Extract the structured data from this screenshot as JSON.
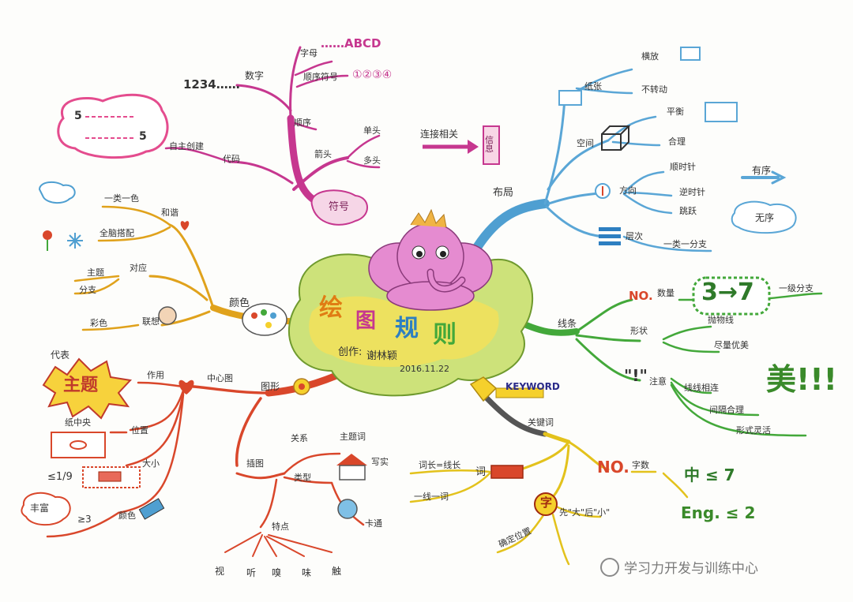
{
  "center": {
    "title_chars": [
      "绘",
      "图",
      "规",
      "则"
    ],
    "author_label": "创作:",
    "author_name": "谢林颖",
    "date": "2016.11.22"
  },
  "colors": {
    "pink": "#c6378f",
    "blue": "#5aa6d6",
    "green": "#43a83a",
    "yellow": "#e3c21c",
    "orange_red": "#d9472b",
    "gold": "#e0a21c",
    "cloud_green": "#cde27a",
    "elephant": "#e58bd0"
  },
  "branches": {
    "symbol": {
      "label": "符号",
      "sequence_label": "顺序",
      "numbers_label": "数字",
      "numbers_value": "1234……",
      "letters_label": "字母",
      "letters_value": "……ABCD",
      "circled_label": "顺序符号",
      "circled_value": "①②③④",
      "arrow_label": "箭头",
      "single_label": "单头",
      "multi_label": "多头",
      "connect_label": "连接相关",
      "info_label": "信息",
      "code_label": "代码",
      "create_label": "自主创建",
      "five": "5"
    },
    "layout": {
      "label": "布局",
      "paper_label": "纸张",
      "landscape": "横放",
      "fixed": "不转动",
      "space_label": "空间",
      "balance": "平衡",
      "reasonable": "合理",
      "direction_label": "方向",
      "clockwise": "顺时针",
      "counter": "逆时针",
      "jump": "跳跃",
      "ordered": "有序",
      "unordered": "无序",
      "level_label": "层次",
      "level_value": "一类一分支"
    },
    "lines": {
      "label": "线条",
      "count_prefix": "NO.",
      "count_label": "数量",
      "count_value": "3→7",
      "count_note": "一级分支",
      "shape_label": "形状",
      "parabola": "抛物线",
      "beauty": "尽量优美",
      "attention_mark": "\"!\"",
      "attention_label": "注意",
      "connect": "线线相连",
      "spacing": "间隔合理",
      "flexible": "形式灵活",
      "mei": "美!!!"
    },
    "keyword": {
      "label": "关键词",
      "tag": "KEYWORD",
      "count_prefix": "NO.",
      "count_label": "字数",
      "zh_rule": "中 ≤ 7",
      "en_rule": "Eng. ≤ 2",
      "word_label": "词",
      "word_len": "词长=线长",
      "one_line": "一线一词",
      "zi": "字",
      "first_big": "先\"大\"后\"小\"",
      "position": "确定位置"
    },
    "color": {
      "label": "颜色",
      "harmony": "和谐",
      "one_class": "一类一色",
      "whole": "全脑搭配",
      "contrast": "对应",
      "theme": "主题",
      "branch": "分支",
      "bright": "彩色",
      "link": "联想"
    },
    "figure": {
      "label": "图形",
      "center_label": "中心图",
      "effect": "作用",
      "represent": "代表",
      "theme": "主题",
      "position": "位置",
      "paper_center": "纸中央",
      "size": "大小",
      "ratio": "≤1/9",
      "color": "颜色",
      "rich": "丰富",
      "three": "≥3",
      "illus_label": "插图",
      "relation": "关系",
      "key_word": "主题词",
      "type_label": "类型",
      "realistic": "写实",
      "cartoon": "卡通",
      "feature": "特点",
      "senses": [
        "视",
        "听",
        "嗅",
        "味",
        "触"
      ]
    }
  },
  "watermark": "学习力开发与训练中心"
}
